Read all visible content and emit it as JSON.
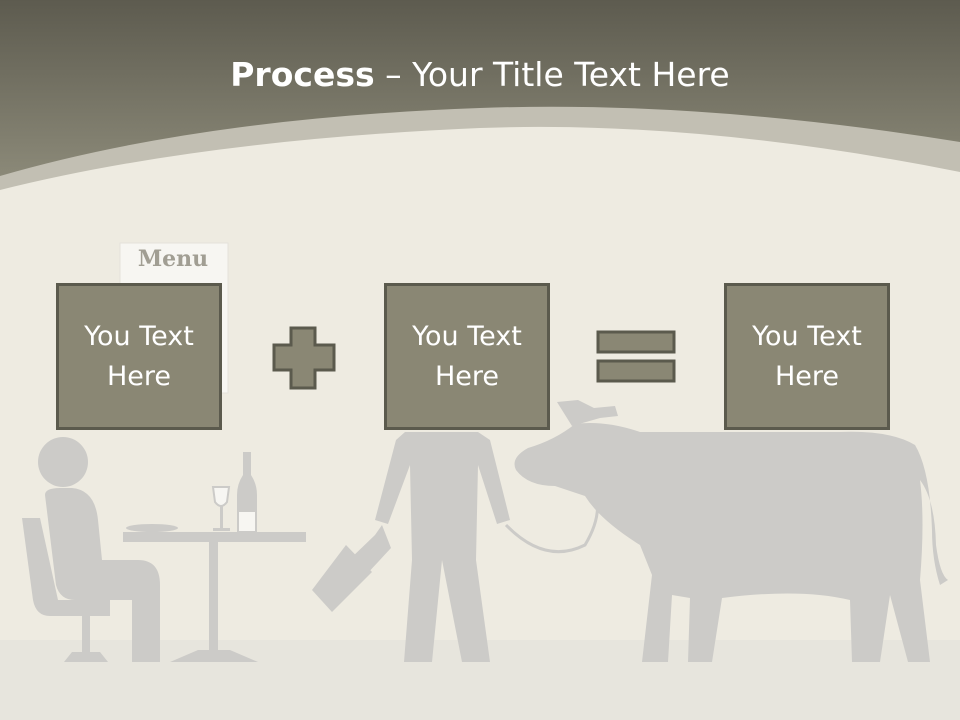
{
  "slide": {
    "title_bold": "Process",
    "title_dash": " – ",
    "title_rest": "Your Title Text Here",
    "menu_label": "Menu",
    "boxes": [
      {
        "text": "You Text Here"
      },
      {
        "text": "You Text Here"
      },
      {
        "text": "You Text Here"
      }
    ],
    "operators": [
      "plus",
      "equals"
    ]
  },
  "colors": {
    "background": "#eeebe1",
    "header_dark": "#6b695c",
    "header_band": "#c2bfb3",
    "silhouette": "#cccbc8",
    "box_fill": "#8a8774",
    "box_border": "#5b5a4d",
    "text": "#ffffff"
  }
}
